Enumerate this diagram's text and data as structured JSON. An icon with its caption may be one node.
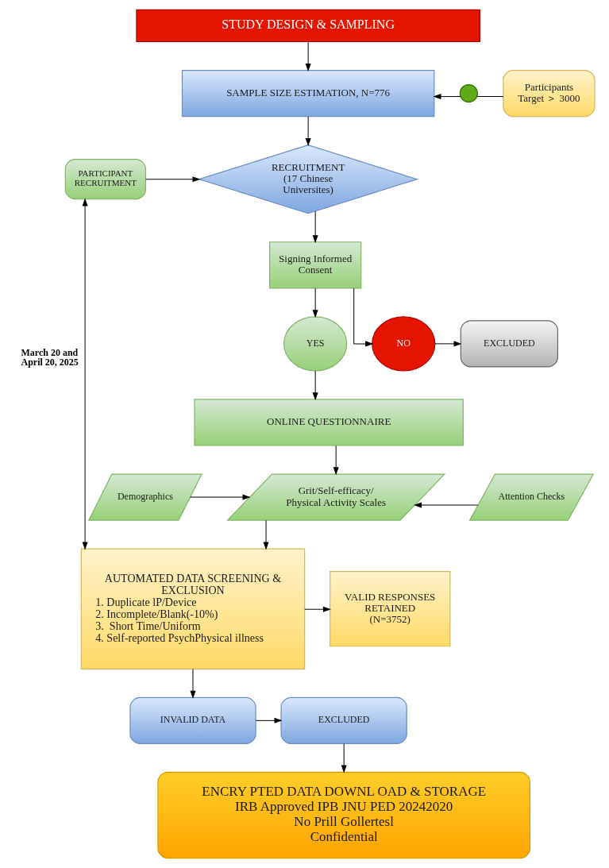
{
  "diagram": {
    "nodes": [
      {
        "text": [
          "STUDY DESIGN & SAMPLING"
        ]
      },
      {
        "text": [
          "SAMPLE SIZE ESTIMATION, N=776"
        ]
      },
      {
        "text": [],
        "shape": "person"
      },
      {
        "text": [
          "Participants Target ＞ 3000"
        ]
      },
      {
        "text": [
          "PARTICIPANT RECRUITMENT"
        ]
      },
      {
        "text": [
          "RECRUITMENT (17 Chinese Universites)"
        ]
      },
      {
        "text": [
          "Signing Informed Consent"
        ]
      },
      {
        "text": [
          "YES"
        ]
      },
      {
        "text": [
          "NO"
        ]
      },
      {
        "text": [
          "EXCLUDED"
        ]
      },
      {
        "text": [
          "ONLINE QUESTIONNAIRE"
        ]
      },
      {
        "text": [
          "Demographics"
        ]
      },
      {
        "text": [
          "Grit/Self-efficacy/ Physical Activity Scales"
        ]
      },
      {
        "text": [
          "Attention Checks"
        ]
      },
      {
        "text": [
          "AUTOMATED DATA SCREENING & EXCLUSION",
          "1. Duplicate lP/Device",
          "2. Incomplete/Blank(-10%)",
          "3.  Short Time/Uniform",
          "4. Self-reported PsychPhysical illness"
        ]
      },
      {
        "text": [
          "VALID RESPONSES RETAINED (N=3752)"
        ]
      },
      {
        "text": [
          "INVALID DATA"
        ]
      },
      {
        "text": [
          "EXCLUDED"
        ]
      },
      {
        "text": [
          "ENCRY PTED DATA DOWNL OAD & STORAGE",
          "IRB Approved IPB JNU PED 20242020",
          "No Prill Gollertesl",
          "Confidential"
        ]
      }
    ],
    "edges": [
      {
        "from": 0,
        "to": 1,
        "arrow": "to"
      },
      {
        "from": 3,
        "to": 2,
        "arrow": "none"
      },
      {
        "from": 2,
        "to": 1,
        "arrow": "to"
      },
      {
        "from": 1,
        "to": 5,
        "arrow": "to"
      },
      {
        "from": 4,
        "to": 5,
        "arrow": "to"
      },
      {
        "from": 5,
        "to": 6,
        "arrow": "to"
      },
      {
        "from": 6,
        "to": 7,
        "arrow": "to"
      },
      {
        "from": 6,
        "to": 8,
        "arrow": "to"
      },
      {
        "from": 8,
        "to": 9,
        "arrow": "to"
      },
      {
        "from": 7,
        "to": 10,
        "arrow": "to"
      },
      {
        "from": 10,
        "to": 12,
        "arrow": "to"
      },
      {
        "from": 11,
        "to": 12,
        "arrow": "to"
      },
      {
        "from": 13,
        "to": 12,
        "arrow": "to"
      },
      {
        "from": 12,
        "to": 14,
        "arrow": "to"
      },
      {
        "from": 4,
        "to": 14,
        "arrow": "both",
        "label": "March 20 and April 20, 2025"
      },
      {
        "from": 14,
        "to": 15,
        "arrow": "to"
      },
      {
        "from": 14,
        "to": 16,
        "arrow": "to"
      },
      {
        "from": 16,
        "to": 17,
        "arrow": "to"
      },
      {
        "from": 17,
        "to": 18,
        "arrow": "to"
      }
    ]
  }
}
